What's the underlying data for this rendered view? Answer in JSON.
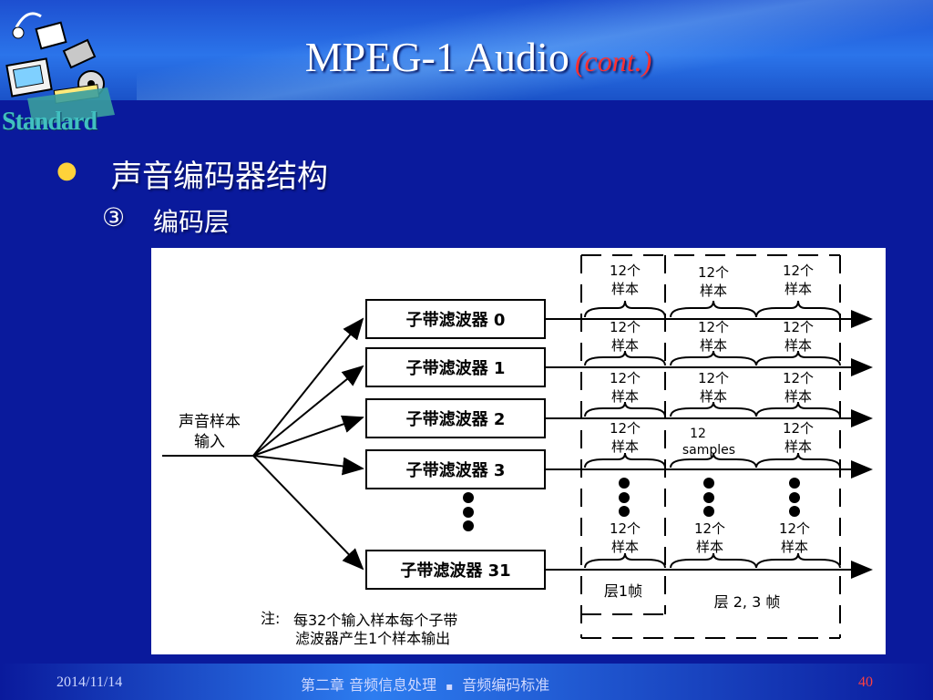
{
  "slide": {
    "title": "MPEG-1 Audio",
    "title_sub": "(cont.)",
    "logo_text": "Standard",
    "bullet_text": "声音编码器结构",
    "sub_number": "③",
    "sub_text": "编码层"
  },
  "diagram": {
    "input_line1": "声音样本",
    "input_line2": "输入",
    "filters": [
      "子带滤波器 0",
      "子带滤波器 1",
      "子带滤波器 2",
      "子带滤波器 3",
      "子带滤波器 31"
    ],
    "block_top": "12个",
    "block_bottom": "样本",
    "samples_top": "12",
    "samples_bottom": "samples",
    "layer1_frame": "层1帧",
    "layer23_frame": "层 2, 3  帧",
    "note_label": "注:",
    "note_line1": "每32个输入样本每个子带",
    "note_line2": "滤波器产生1个样本输出"
  },
  "footer": {
    "date": "2014/11/14",
    "chapter": "第二章    音频信息处理",
    "separator": "▪",
    "section": "音频编码标准",
    "page": "40"
  },
  "colors": {
    "background": "#0a1a9c",
    "title": "#ffffff",
    "title_sub": "#ff3030",
    "bullet": "#ffd23a",
    "page_number": "#ff4040"
  }
}
